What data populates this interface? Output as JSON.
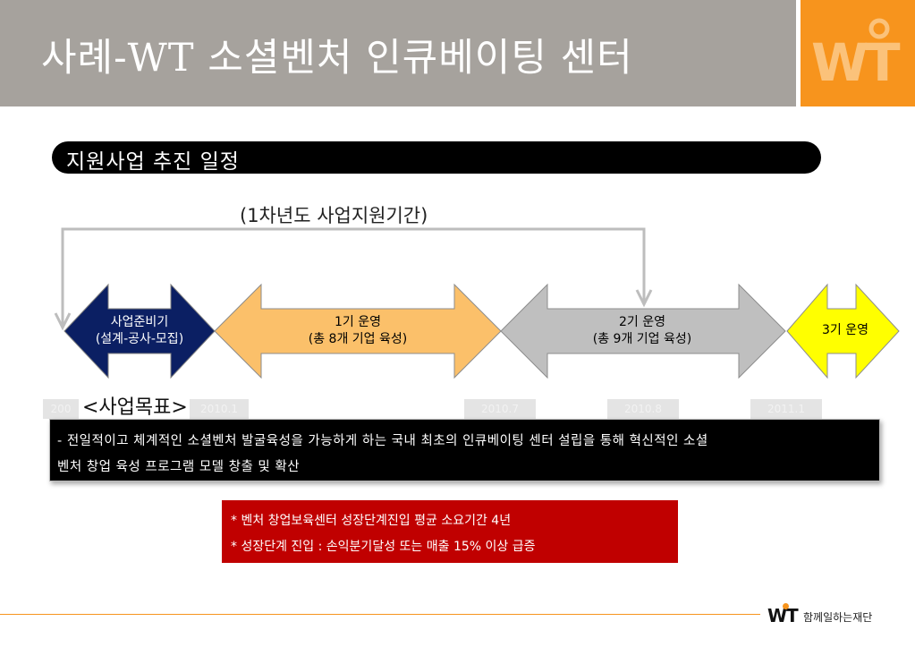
{
  "header": {
    "title": "사례-WT 소셜벤처 인큐베이팅 센터",
    "logo_text": "WT",
    "bg_color": "#a6a29d",
    "logo_bg_color": "#f7941d"
  },
  "section": {
    "heading": "지원사업 추진 일정"
  },
  "timeline": {
    "period_label": "(1차년도 사업지원기간)",
    "phases": [
      {
        "line1": "사업준비기",
        "line2": "(설계-공사-모집)",
        "color": "#0b1f63",
        "text_color": "#ffffff"
      },
      {
        "line1": "1기 운영",
        "line2": "(총 8개 기업 육성)",
        "color": "#fbc06a",
        "text_color": "#000000"
      },
      {
        "line1": "2기 운영",
        "line2": "(총 9개 기업 육성)",
        "color": "#bfbfbf",
        "text_color": "#000000"
      },
      {
        "line1": "3기 운영",
        "line2": "",
        "color": "#ffff00",
        "text_color": "#000000"
      }
    ],
    "dates": [
      "200",
      "2010.1",
      "2010.7",
      "2010.8",
      "2011.1"
    ]
  },
  "goal": {
    "label": "<사업목표>",
    "line1": "- 전일적이고 체계적인 소셜벤처  발굴육성을  가능하게 하는  국내 최초의 인큐베이팅 센터 설립을 통해 혁신적인 소셜",
    "line2": "벤처 창업 육성 프로그램  모델 창출  및  확산"
  },
  "notes": {
    "item1": "* 벤처 창업보육센터 성장단계진입 평균 소요기간 4년",
    "item2": "* 성장단계 진입 : 손익분기달성 또는 매출 15% 이상 급증",
    "bg_color": "#c00000"
  },
  "footer": {
    "logo_text": "WT",
    "org_name": "함께일하는재단"
  }
}
